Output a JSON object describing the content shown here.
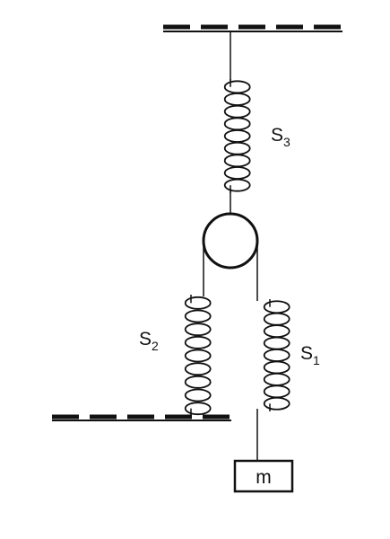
{
  "diagram": {
    "springs": [
      {
        "id": "s3",
        "letter": "S",
        "subscript": "3"
      },
      {
        "id": "s2",
        "letter": "S",
        "subscript": "2"
      },
      {
        "id": "s1",
        "letter": "S",
        "subscript": "1"
      }
    ],
    "mass": {
      "label": "m"
    }
  }
}
